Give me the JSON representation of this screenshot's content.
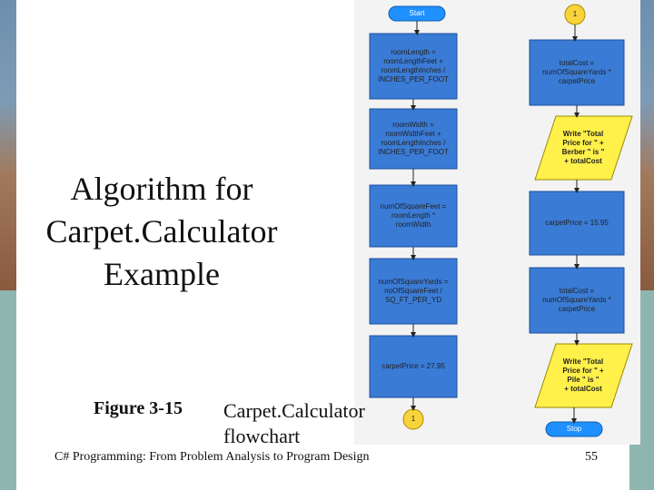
{
  "slide": {
    "title_lines": [
      "Algorithm for",
      "Carpet.Calculator",
      "Example"
    ],
    "figure_label": "Figure 3-15",
    "figure_caption_lines": [
      "Carpet.Calculator",
      "flowchart"
    ],
    "footer": "C# Programming: From Problem Analysis to Program Design",
    "page_number": "55"
  },
  "flowchart": {
    "colors": {
      "process_fill": "#3a7bd5",
      "process_border": "#1b4f9c",
      "io_fill": "#fff04a",
      "terminal_fill": "#1e90ff",
      "connector_fill": "#f7d43a",
      "arrow": "#222222"
    },
    "left_column": {
      "start": "Start",
      "process_1": "roomLength =\nroomLengthFeet +\nroomLengthInches /\nINCHES_PER_FOOT",
      "process_2": "roomWidth =\nroomWidthFeet +\nroomLengthInches /\nINCHES_PER_FOOT",
      "process_3": "numOfSquareFeet =\nroomLength *\nroomWidth",
      "process_4": "numOfSquareYards =\nnoOfSquareFeet /\nSQ_FT_PER_YD",
      "process_5": "carpetPrice = 27.95",
      "connector": "1"
    },
    "right_column": {
      "connector": "1",
      "process_1": "totalCost =\nnumOfSquareYards *\ncarpetPrice",
      "io_1": "Write \"Total\nPrice for \" +\nBerber \" is \"\n+ totalCost",
      "process_2": "carpetPrice = 15.95",
      "process_3": "totalCost =\nnumOfSquareYards *\ncarpetPrice",
      "io_2": "Write \"Total\nPrice for \" +\nPile \" is \"\n+ totalCost",
      "stop": "Stop"
    }
  }
}
